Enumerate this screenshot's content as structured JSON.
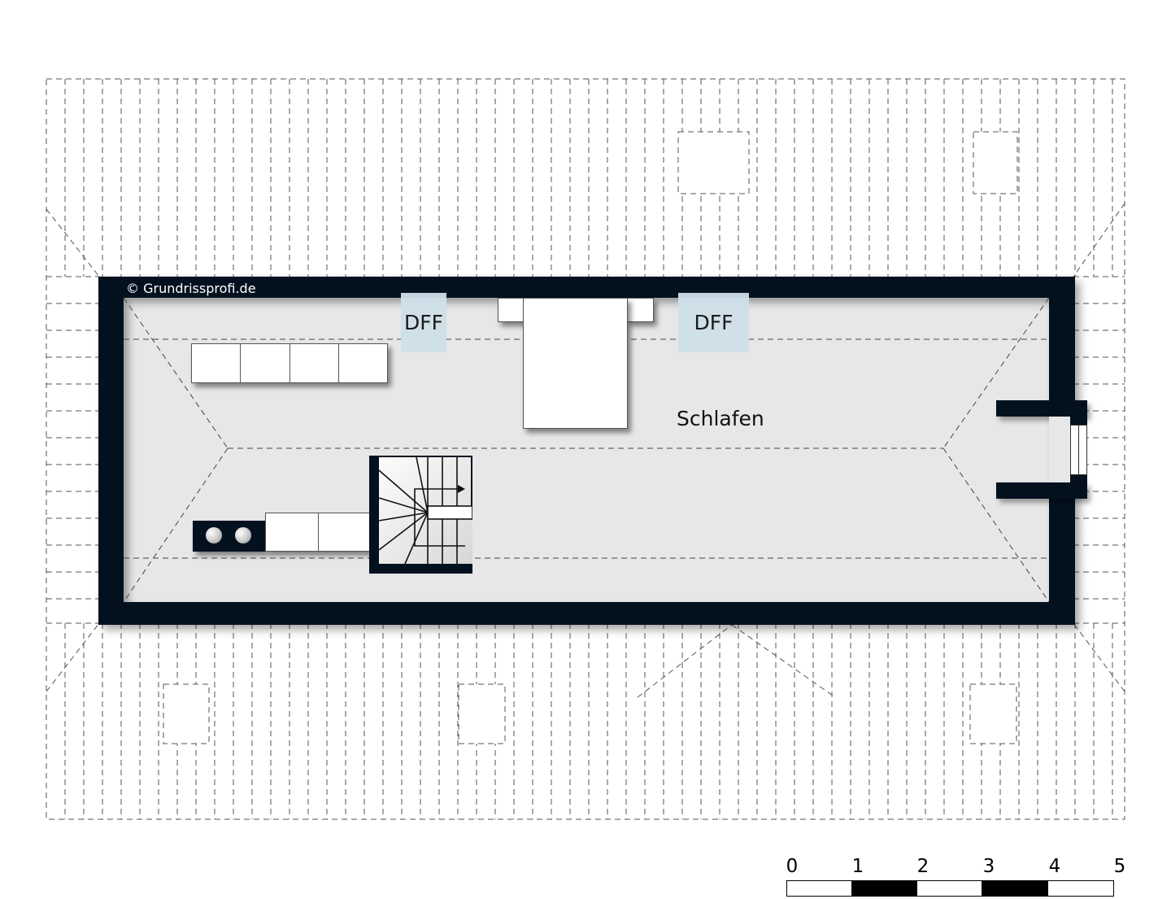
{
  "plan": {
    "copyright": "© Grundrissprofi.de",
    "room_label": "Schlafen",
    "skylights": [
      {
        "label": "DFF"
      },
      {
        "label": "DFF"
      }
    ],
    "colors": {
      "wall": "#03111f",
      "floor": "#e7e7e8",
      "skylight": "#cfe0ea",
      "furniture": "#ffffff",
      "roof_lines": "#555555"
    }
  },
  "scale_bar": {
    "unit_marks": [
      "0",
      "1",
      "2",
      "3",
      "4",
      "5"
    ],
    "segments": [
      "white",
      "black",
      "white",
      "black",
      "white"
    ]
  }
}
